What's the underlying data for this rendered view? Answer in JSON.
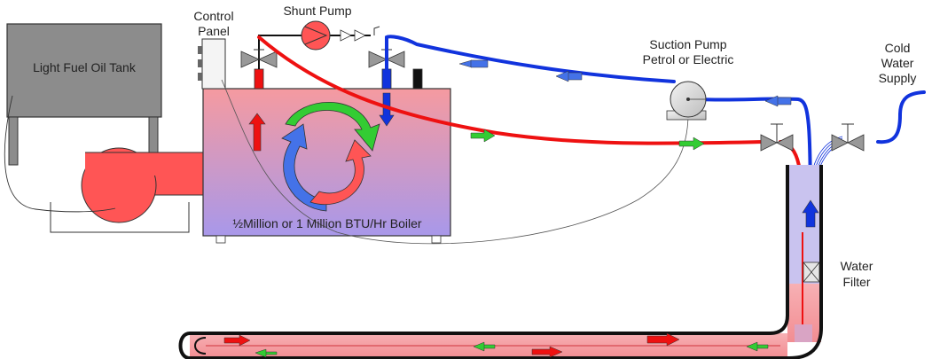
{
  "labels": {
    "fuel_tank": "Light Fuel Oil Tank",
    "control_panel_1": "Control",
    "control_panel_2": "Panel",
    "shunt_pump": "Shunt Pump",
    "suction_pump_1": "Suction Pump",
    "suction_pump_2": "Petrol or Electric",
    "cold_water_1": "Cold",
    "cold_water_2": "Water",
    "cold_water_3": "Supply",
    "boiler": "½Million or 1 Million BTU/Hr Boiler",
    "water_filter_1": "Water",
    "water_filter_2": "Filter"
  },
  "colors": {
    "hot_line": "#ee1111",
    "cold_line": "#1133dd",
    "flow_arrow_green": "#33cc33",
    "tank_fill": "#8c8c8c",
    "burner_fill": "#ff5555",
    "boiler_top": "#f59aa0",
    "boiler_bottom": "#a898ea",
    "outline": "#111111"
  }
}
